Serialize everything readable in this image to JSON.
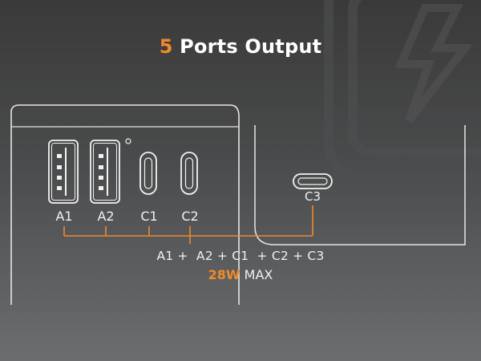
{
  "header": {
    "number": "5",
    "title_rest": "Ports Output"
  },
  "ports": [
    {
      "id": "A1",
      "type": "usb-a"
    },
    {
      "id": "A2",
      "type": "usb-a"
    },
    {
      "id": "C1",
      "type": "usb-c"
    },
    {
      "id": "C2",
      "type": "usb-c"
    },
    {
      "id": "C3",
      "type": "usb-c"
    }
  ],
  "formula": {
    "text": "A1 +  A2 + C1  + C2 + C3",
    "wattage": "28W",
    "max_label": "MAX"
  },
  "colors": {
    "accent": "#f08a2c",
    "text": "#ffffff",
    "device_outline": "#e6e6e6"
  }
}
